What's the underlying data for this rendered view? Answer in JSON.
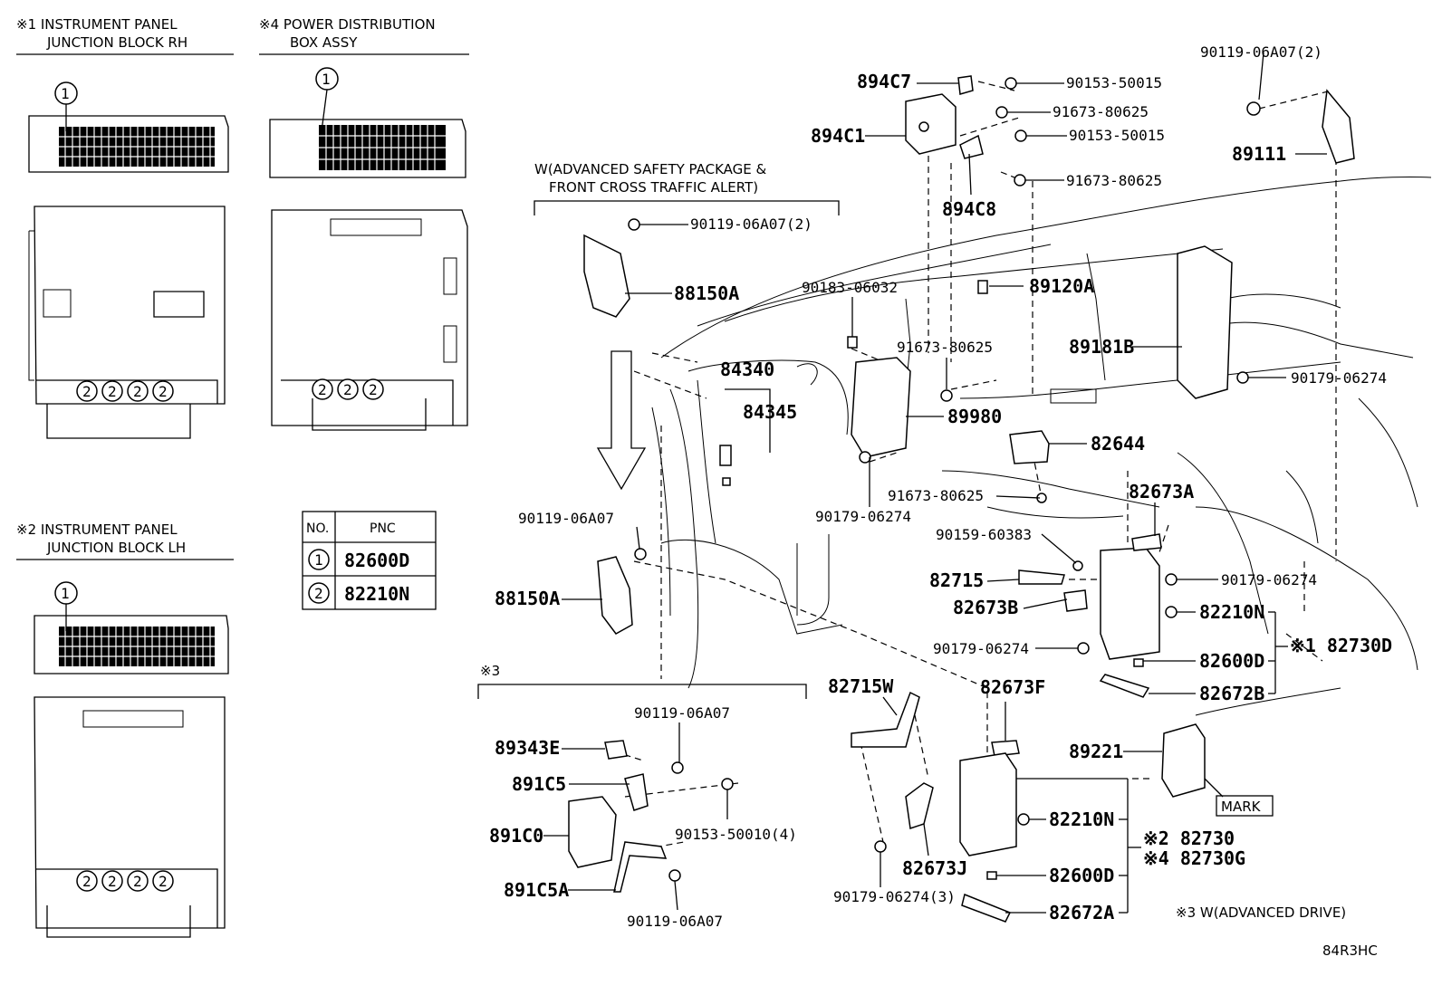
{
  "sections": {
    "s1_title": "※1 INSTRUMENT PANEL",
    "s1_sub": "JUNCTION BLOCK RH",
    "s4_title": "※4 POWER DISTRIBUTION",
    "s4_sub": "BOX ASSY",
    "s2_title": "※2 INSTRUMENT PANEL",
    "s2_sub": "JUNCTION BLOCK LH",
    "w_adv_1": "W(ADVANCED SAFETY PACKAGE &",
    "w_adv_2": "FRONT CROSS TRAFFIC ALERT)",
    "s3_mark": "※3",
    "s3_note": "※3 W(ADVANCED DRIVE)",
    "diagram_code": "84R3HC",
    "mark_box": "MARK"
  },
  "table": {
    "col_no": "NO.",
    "col_pnc": "PNC",
    "rows": [
      {
        "no": "1",
        "pnc": "82600D"
      },
      {
        "no": "2",
        "pnc": "82210N"
      }
    ]
  },
  "callouts": {
    "c1": "1",
    "c2": "2"
  },
  "parts": {
    "p894C7": "894C7",
    "p894C1": "894C1",
    "p894C8": "894C8",
    "p90153_50015a": "90153-50015",
    "p91673_80625a": "91673-80625",
    "p90153_50015b": "90153-50015",
    "p91673_80625b": "91673-80625",
    "p90119_06A07_2_top": "90119-06A07(2)",
    "p89111": "89111",
    "p90119_06A07_2_mid": "90119-06A07(2)",
    "p88150A_top": "88150A",
    "p90183_06032": "90183-06032",
    "p89120A": "89120A",
    "p91673_80625c": "91673-80625",
    "p89181B": "89181B",
    "p90179_06274a": "90179-06274",
    "p84340": "84340",
    "p84345": "84345",
    "p89980": "89980",
    "p82644": "82644",
    "p91673_80625d": "91673-80625",
    "p90179_06274b": "90179-06274",
    "p82673A": "82673A",
    "p90119_06A07_mid": "90119-06A07",
    "p90159_60383": "90159-60383",
    "p90179_06274c": "90179-06274",
    "p82715": "82715",
    "p82210N_a": "82210N",
    "p88150A_bot": "88150A",
    "p82673B": "82673B",
    "p90179_06274d": "90179-06274",
    "p82600D_a": "82600D",
    "p82730D": "※1 82730D",
    "p82672B": "82672B",
    "p82715W": "82715W",
    "p82673F": "82673F",
    "p90119_06A07_s3a": "90119-06A07",
    "p89343E": "89343E",
    "p89221": "89221",
    "p891C5": "891C5",
    "p891C0": "891C0",
    "p90153_50010_4": "90153-50010(4)",
    "p82210N_b": "82210N",
    "p82730": "※2 82730",
    "p82730G": "※4 82730G",
    "p82673J": "82673J",
    "p891C5A": "891C5A",
    "p82600D_b": "82600D",
    "p90179_06274_3": "90179-06274(3)",
    "p90119_06A07_s3b": "90119-06A07",
    "p82672A": "82672A"
  }
}
